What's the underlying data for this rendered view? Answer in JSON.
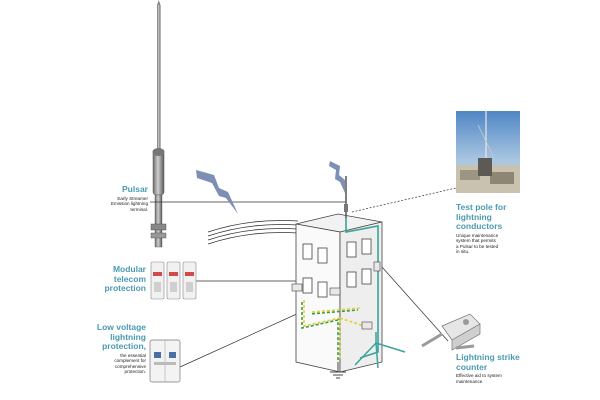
{
  "labels": {
    "pulsar": {
      "title": "Pulsar",
      "desc": [
        "Early Streamer",
        "Emission lightning",
        "terminal."
      ]
    },
    "telecom": {
      "title": [
        "Modular",
        "telecom",
        "protection"
      ]
    },
    "low_voltage": {
      "title": [
        "Low voltage",
        "lightning",
        "protection,"
      ],
      "desc": [
        "the essential",
        "complement for",
        "comprehensive",
        "protection."
      ]
    },
    "test_pole": {
      "title": [
        "Test pole for",
        "lightning",
        "conductors"
      ],
      "desc": [
        "Unique maintenance",
        "system that permits",
        "a Pulsar to be tested",
        "in situ."
      ]
    },
    "counter": {
      "title": [
        "Lightning strike",
        "counter"
      ],
      "desc": [
        "Effective aid to system",
        "maintenance."
      ]
    }
  },
  "colors": {
    "accent_text": "#4a9ab0",
    "conductor": "#3aa39b",
    "earth_yellow": "#e1d035",
    "earth_green": "#3f9a4c",
    "lightning": "#7e8fb6",
    "outline": "#555555"
  }
}
